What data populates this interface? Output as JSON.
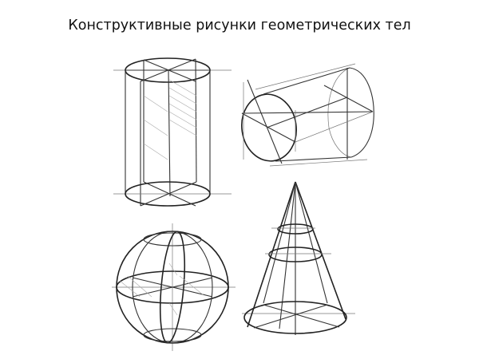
{
  "slide": {
    "title": "Конструктивные рисунки геометрических тел"
  },
  "figures": [
    {
      "name": "vertical-cylinder",
      "caption": ""
    },
    {
      "name": "horizontal-cylinder",
      "caption": ""
    },
    {
      "name": "sphere",
      "caption": ""
    },
    {
      "name": "cone",
      "caption": ""
    }
  ],
  "colors": {
    "background": "#ffffff",
    "stroke": "#333333",
    "text": "#111111"
  }
}
